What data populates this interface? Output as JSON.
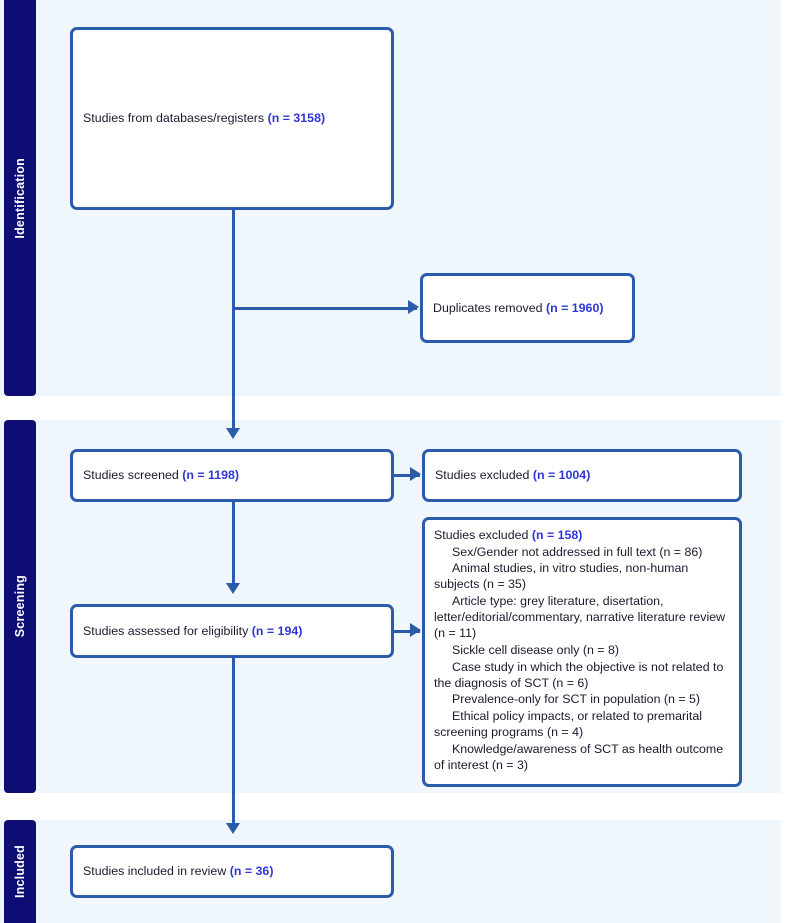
{
  "stages": [
    {
      "key": "identification",
      "label": "Identification"
    },
    {
      "key": "screening",
      "label": "Screening"
    },
    {
      "key": "included",
      "label": "Included"
    }
  ],
  "nodes": {
    "databases": {
      "text": "Studies from databases/registers ",
      "count": "(n = 3158)"
    },
    "duplicates": {
      "text": "Duplicates removed ",
      "count": "(n = 1960)"
    },
    "screened": {
      "text": "Studies screened ",
      "count": "(n = 1198)"
    },
    "excluded": {
      "text": "Studies excluded ",
      "count": "(n = 1004)"
    },
    "eligibility": {
      "text": "Studies assessed for eligibility ",
      "count": "(n = 194)"
    },
    "reasons": {
      "heading": "Studies excluded ",
      "heading_count": "(n = 158)",
      "items": [
        "Sex/Gender not addressed in full text (n = 86)",
        "Animal studies, in vitro studies, non-human subjects (n = 35)",
        "Article type: grey literature, disertation, letter/editorial/commentary, narrative literature review (n = 11)",
        "Sickle cell disease only (n = 8)",
        "Case study in which the objective is not related to the diagnosis of SCT (n = 6)",
        "Prevalence-only for SCT in population (n = 5)",
        "Ethical policy impacts, or related to premarital screening programs (n = 4)",
        "Knowledge/awareness of SCT as health outcome of interest (n = 3)"
      ]
    },
    "included": {
      "text": "Studies included in review ",
      "count": "(n = 36)"
    }
  },
  "chart_data": {
    "type": "diagram",
    "title": "PRISMA flow diagram",
    "stages": [
      "Identification",
      "Screening",
      "Included"
    ],
    "nodes": [
      {
        "id": "databases",
        "stage": "Identification",
        "label": "Studies from databases/registers",
        "n": 3158
      },
      {
        "id": "duplicates",
        "stage": "Identification",
        "label": "Duplicates removed",
        "n": 1960
      },
      {
        "id": "screened",
        "stage": "Screening",
        "label": "Studies screened",
        "n": 1198
      },
      {
        "id": "excluded",
        "stage": "Screening",
        "label": "Studies excluded",
        "n": 1004
      },
      {
        "id": "eligibility",
        "stage": "Screening",
        "label": "Studies assessed for eligibility",
        "n": 194
      },
      {
        "id": "reasons",
        "stage": "Screening",
        "label": "Studies excluded",
        "n": 158
      },
      {
        "id": "included",
        "stage": "Included",
        "label": "Studies included in review",
        "n": 36
      }
    ],
    "exclusion_reasons": [
      {
        "reason": "Sex/Gender not addressed in full text",
        "n": 86
      },
      {
        "reason": "Animal studies, in vitro studies, non-human subjects",
        "n": 35
      },
      {
        "reason": "Article type: grey literature, disertation, letter/editorial/commentary, narrative literature review",
        "n": 11
      },
      {
        "reason": "Sickle cell disease only",
        "n": 8
      },
      {
        "reason": "Case study in which the objective is not related to the diagnosis of SCT",
        "n": 6
      },
      {
        "reason": "Prevalence-only for SCT in population",
        "n": 5
      },
      {
        "reason": "Ethical policy impacts, or related to premarital screening programs",
        "n": 4
      },
      {
        "reason": "Knowledge/awareness of SCT as health outcome of interest",
        "n": 3
      }
    ],
    "edges": [
      {
        "from": "databases",
        "to": "duplicates"
      },
      {
        "from": "databases",
        "to": "screened"
      },
      {
        "from": "screened",
        "to": "excluded"
      },
      {
        "from": "screened",
        "to": "eligibility"
      },
      {
        "from": "eligibility",
        "to": "reasons"
      },
      {
        "from": "eligibility",
        "to": "included"
      }
    ],
    "colors": {
      "stage_band_label": "#0d0d73",
      "stage_band_background": "#eff7fc",
      "node_border": "#2a5cab",
      "node_background": "#ffffff",
      "count_text": "#2f36d6",
      "body_text": "#1a1a2e"
    }
  }
}
